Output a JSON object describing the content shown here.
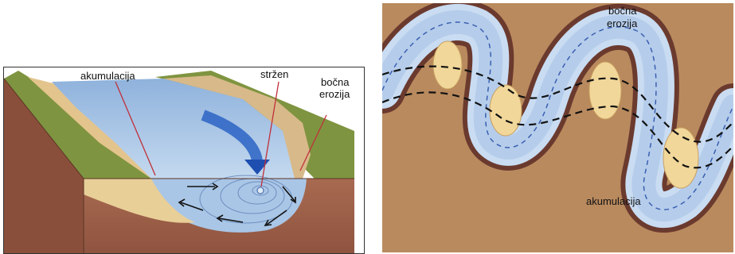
{
  "left_panel": {
    "labels": {
      "akumulacija": "akumulacija",
      "strzen": "stržen",
      "bocna_line1": "bočna",
      "bocna_line2": "erozija"
    },
    "colors": {
      "water": "#a9c6e6",
      "soil": "#9e5e46",
      "grass": "#7f9440",
      "sand": "#e8cf98",
      "arrow": "#1e4fb0"
    }
  },
  "right_panel": {
    "labels": {
      "bocna_line1": "bočna",
      "bocna_line2": "erozija",
      "akumulacija": "akumulacija"
    },
    "colors": {
      "ground": "#b98a5e",
      "water": "#c9dcf2",
      "bank": "#6b3a2e",
      "sandbar": "#f1d79a"
    }
  }
}
